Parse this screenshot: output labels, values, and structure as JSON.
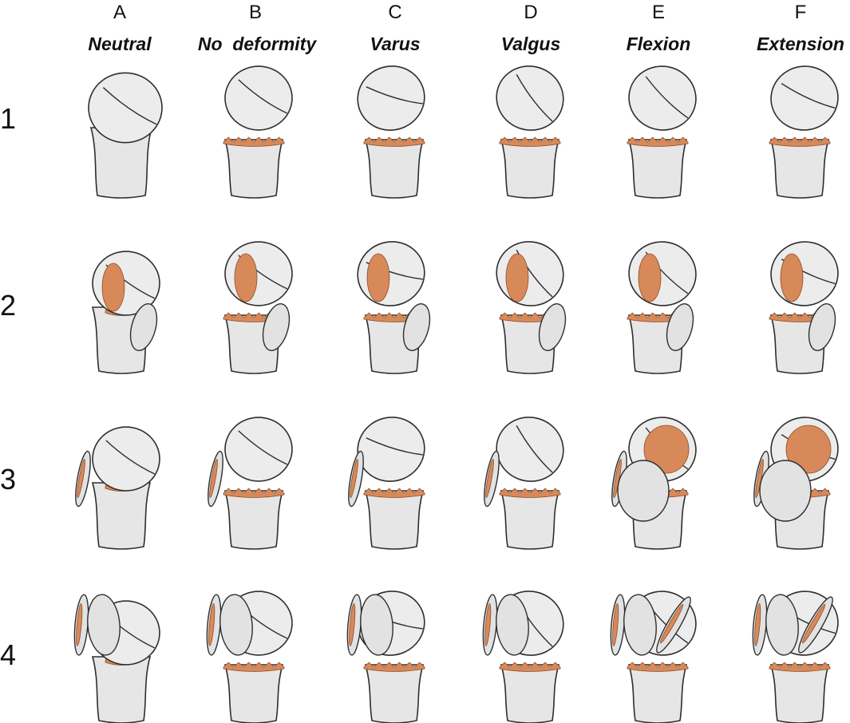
{
  "columns": [
    {
      "letter": "A",
      "title": "Neutral"
    },
    {
      "letter": "B",
      "title": "No  deformity"
    },
    {
      "letter": "C",
      "title": "Varus"
    },
    {
      "letter": "D",
      "title": "Valgus"
    },
    {
      "letter": "E",
      "title": "Flexion"
    },
    {
      "letter": "F",
      "title": "Extension"
    }
  ],
  "rows": [
    {
      "label": "1",
      "parts": 1
    },
    {
      "label": "2",
      "parts": 2
    },
    {
      "label": "3",
      "parts": 3
    },
    {
      "label": "4",
      "parts": 4
    }
  ],
  "colors": {
    "bone": "#e6e6e6",
    "fracture_surface": "#d8895a",
    "outline": "#2e2e2e"
  }
}
